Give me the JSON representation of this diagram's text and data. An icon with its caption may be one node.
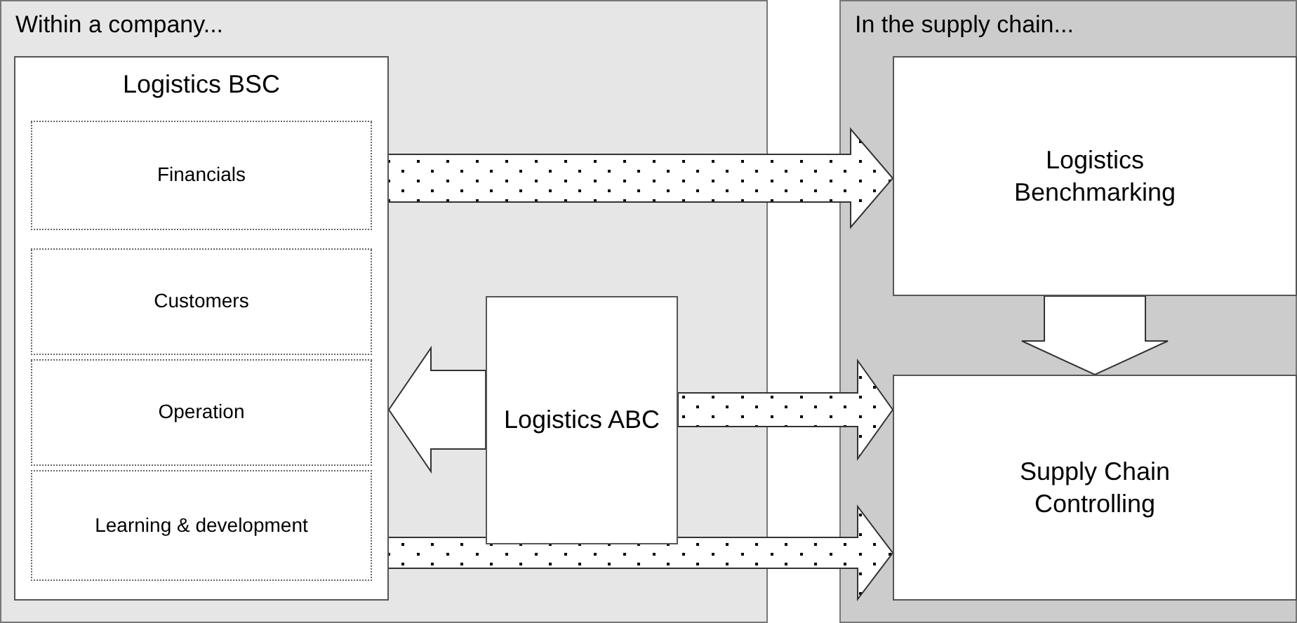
{
  "diagram": {
    "nodes": [
      {
        "text": [
          "Within a company..."
        ]
      },
      {
        "text": [
          "Logistics BSC"
        ],
        "in": 0
      },
      {
        "text": [
          "Financials"
        ],
        "in": 1
      },
      {
        "text": [
          "Customers"
        ],
        "in": 1
      },
      {
        "text": [
          "Operation"
        ],
        "in": 1
      },
      {
        "text": [
          "Learning & development"
        ],
        "in": 1
      },
      {
        "text": [
          "Logistics ABC"
        ],
        "in": 0
      },
      {
        "text": [
          "In the supply chain..."
        ]
      },
      {
        "text": [
          "Logistics Benchmarking"
        ],
        "in": 7
      },
      {
        "text": [
          "Supply Chain Controlling"
        ],
        "in": 7
      }
    ],
    "edges": [
      {
        "from": 2,
        "to": 8,
        "arrow": "to"
      },
      {
        "from": 6,
        "to": 1,
        "arrow": "to"
      },
      {
        "from": 6,
        "to": 9,
        "arrow": "to"
      },
      {
        "from": 5,
        "to": 9,
        "arrow": "to"
      },
      {
        "from": 8,
        "to": 9,
        "arrow": "to"
      }
    ]
  }
}
